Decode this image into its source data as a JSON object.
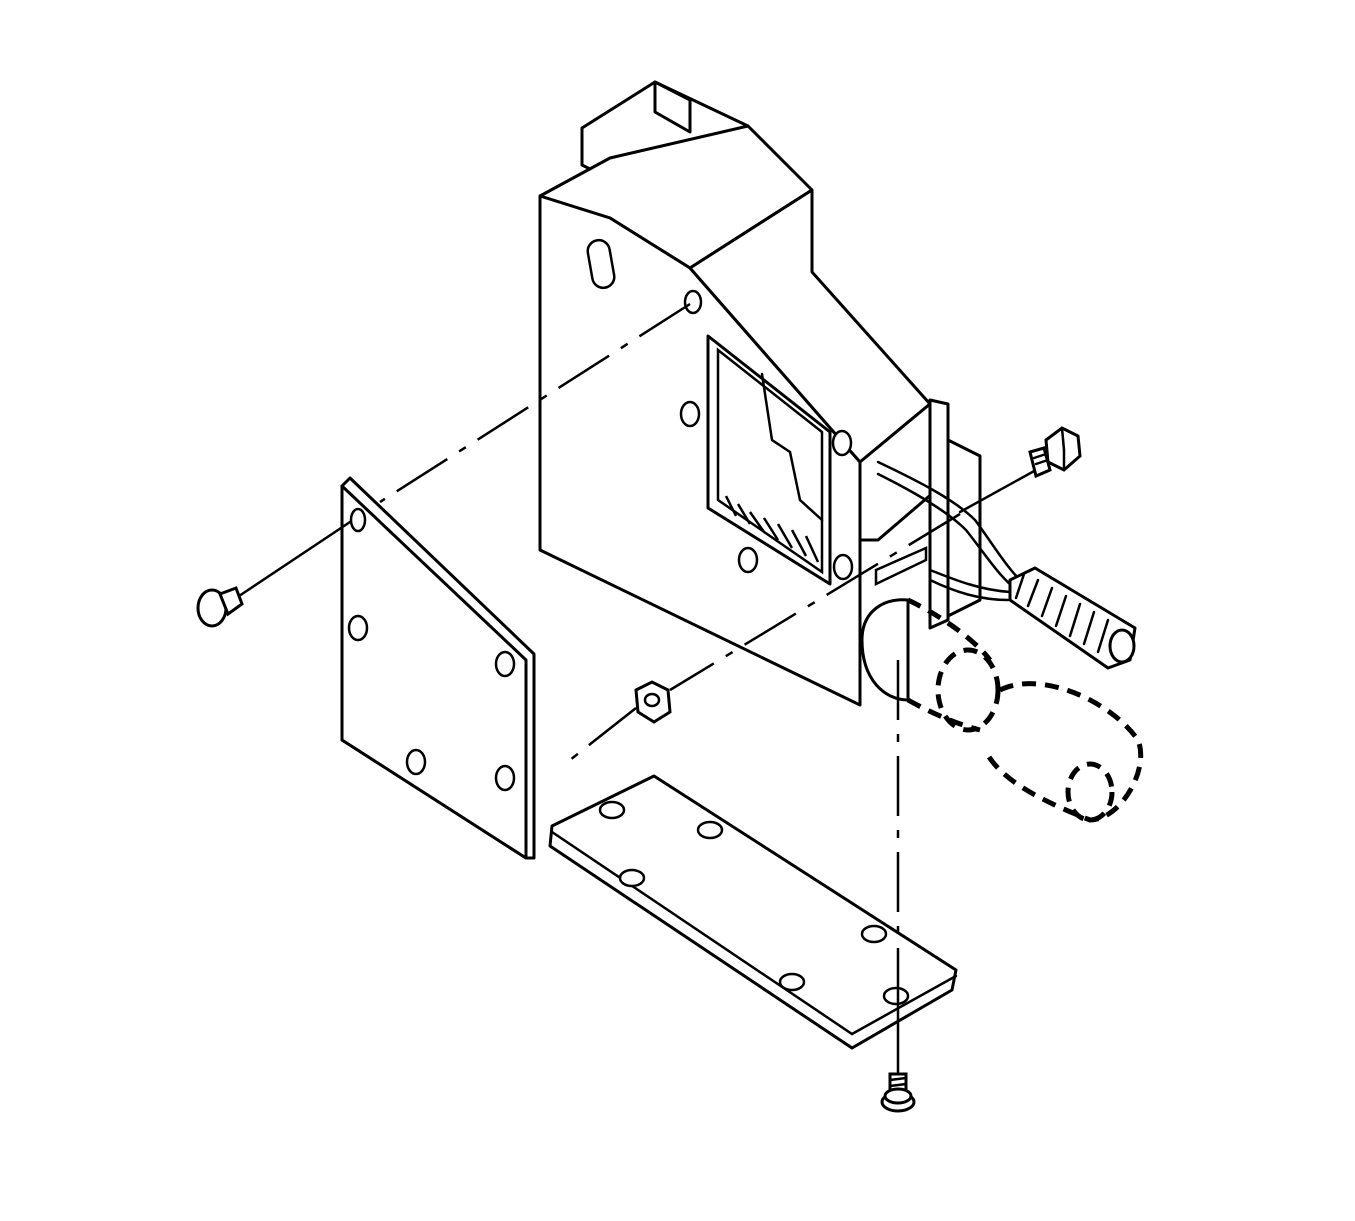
{
  "diagram": {
    "type": "exploded-view-line-drawing",
    "style": "black-and-white technical illustration",
    "line_color": "#000000",
    "background": "#ffffff",
    "parts": [
      {
        "id": "bracket-housing",
        "icon": "bracket-housing-icon"
      },
      {
        "id": "side-plate",
        "icon": "side-plate-icon"
      },
      {
        "id": "bottom-plate",
        "icon": "bottom-plate-icon"
      },
      {
        "id": "hex-bolt",
        "icon": "hex-bolt-icon"
      },
      {
        "id": "push-pin-retainer",
        "icon": "push-pin-icon"
      },
      {
        "id": "hex-nut",
        "icon": "hex-nut-icon"
      },
      {
        "id": "bottom-screw",
        "icon": "screw-icon"
      },
      {
        "id": "cable-harness",
        "icon": "cable-icon"
      },
      {
        "id": "phantom-connector",
        "icon": "dashed-connector-icon"
      }
    ]
  }
}
